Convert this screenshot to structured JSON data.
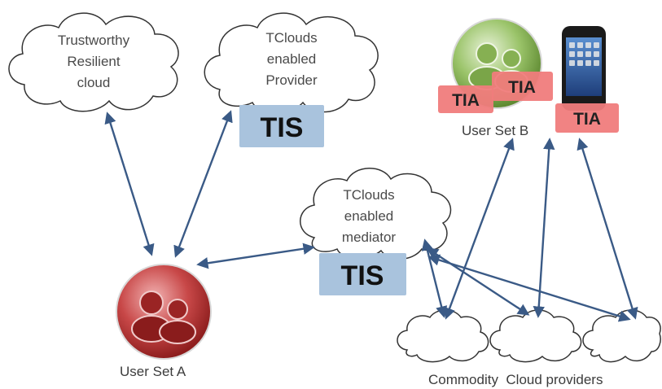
{
  "diagram": {
    "clouds": {
      "trustworthy": [
        "Trustworthy",
        "Resilient",
        "cloud"
      ],
      "provider": [
        "TClouds",
        "enabled",
        "Provider"
      ],
      "mediator": [
        "TClouds",
        "enabled",
        "mediator"
      ]
    },
    "badges": {
      "tis_provider": "TIS",
      "tis_mediator": "TIS",
      "tia_1": "TIA",
      "tia_2": "TIA",
      "tia_phone": "TIA"
    },
    "captions": {
      "user_set_a": "User Set A",
      "user_set_b": "User Set B",
      "commodity": "Commodity  Cloud providers"
    },
    "colors": {
      "arrow": "#3a5a86",
      "tis_box": "#a9c3dd",
      "tia_box": "#f07c7c",
      "user_a": "#b52c2c",
      "user_b": "#8ab55a"
    }
  }
}
